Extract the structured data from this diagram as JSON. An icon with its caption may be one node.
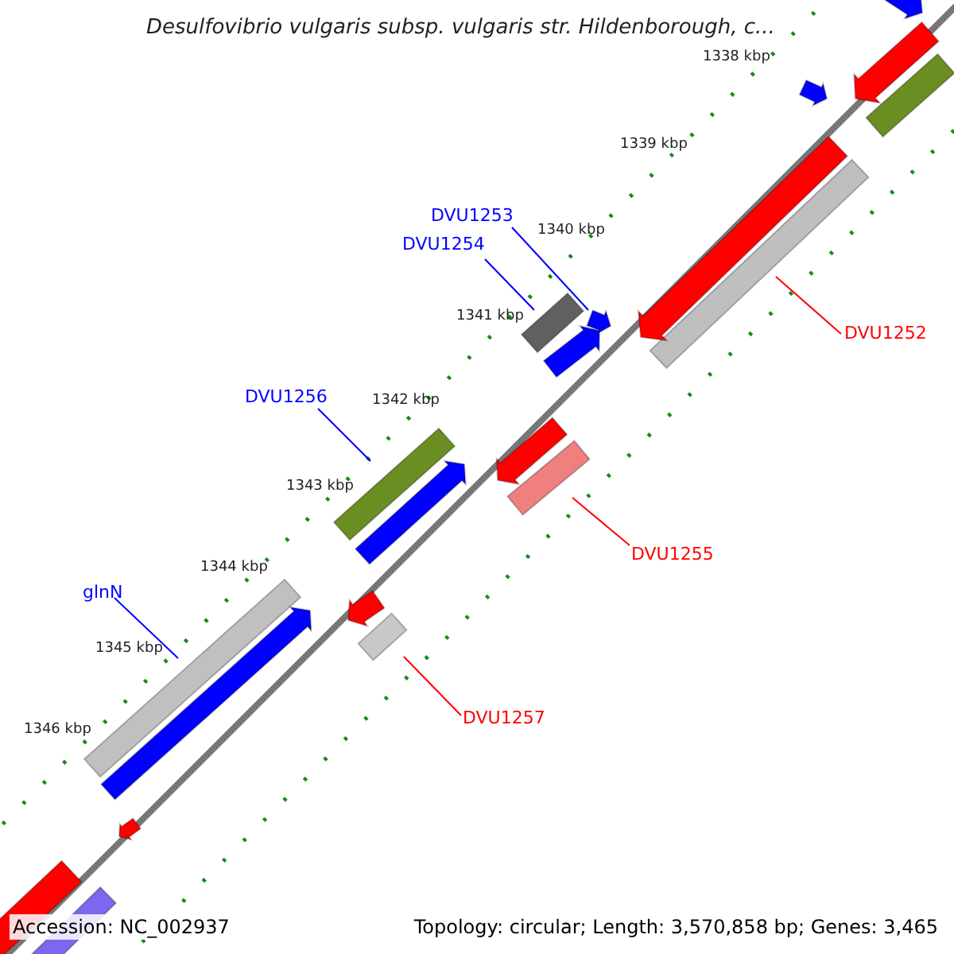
{
  "diagram": {
    "title": "Desulfovibrio vulgaris subsp. vulgaris str. Hildenborough, c...",
    "nodes": [
      {
        "text": [
          "DVU1253"
        ]
      },
      {
        "text": [],
        "shape": "arrow"
      },
      {
        "text": [
          "DVU1254"
        ]
      },
      {
        "text": [],
        "shape": "bar"
      },
      {
        "text": [
          "DVU1252"
        ]
      },
      {
        "text": [],
        "shape": "bar"
      },
      {
        "text": [
          "DVU1256"
        ]
      },
      {
        "text": [],
        "shape": "bar"
      },
      {
        "text": [
          "DVU1255"
        ]
      },
      {
        "text": [],
        "shape": "bar"
      },
      {
        "text": [
          "glnN"
        ]
      },
      {
        "text": [],
        "shape": "bar"
      },
      {
        "text": [
          "DVU1257"
        ]
      },
      {
        "text": [],
        "shape": "bar"
      },
      {
        "text": [],
        "shape": "arrow"
      },
      {
        "text": [],
        "shape": "arrow"
      },
      {
        "text": [],
        "shape": "arrow"
      },
      {
        "text": [],
        "shape": "bar"
      },
      {
        "text": [],
        "shape": "arrow"
      },
      {
        "text": [],
        "shape": "arrow"
      },
      {
        "text": [],
        "shape": "arrow"
      },
      {
        "text": [],
        "shape": "arrow"
      },
      {
        "text": [],
        "shape": "arrow"
      },
      {
        "text": [],
        "shape": "arrow"
      },
      {
        "text": [],
        "shape": "arrow"
      },
      {
        "text": [],
        "shape": "bar"
      },
      {
        "text": [],
        "shape": "bar"
      }
    ],
    "edges": [
      {
        "from": 0,
        "to": 1,
        "arrow": "none"
      },
      {
        "from": 2,
        "to": 3,
        "arrow": "none"
      },
      {
        "from": 4,
        "to": 5,
        "arrow": "none",
        "color": "#ff0000"
      },
      {
        "from": 6,
        "to": 7,
        "arrow": "none"
      },
      {
        "from": 8,
        "to": 9,
        "arrow": "none",
        "color": "#ff0000"
      },
      {
        "from": 10,
        "to": 11,
        "arrow": "none"
      },
      {
        "from": 12,
        "to": 13,
        "arrow": "none",
        "color": "#ff0000"
      }
    ],
    "labels": [
      "1338 kbp",
      "1339 kbp",
      "1340 kbp",
      "1341 kbp",
      "1342 kbp",
      "1343 kbp",
      "1344 kbp",
      "1345 kbp",
      "1346 kbp",
      "Accession: NC_002937",
      "Topology: circular; Length: 3,570,858 bp; Genes: 3,465"
    ]
  }
}
